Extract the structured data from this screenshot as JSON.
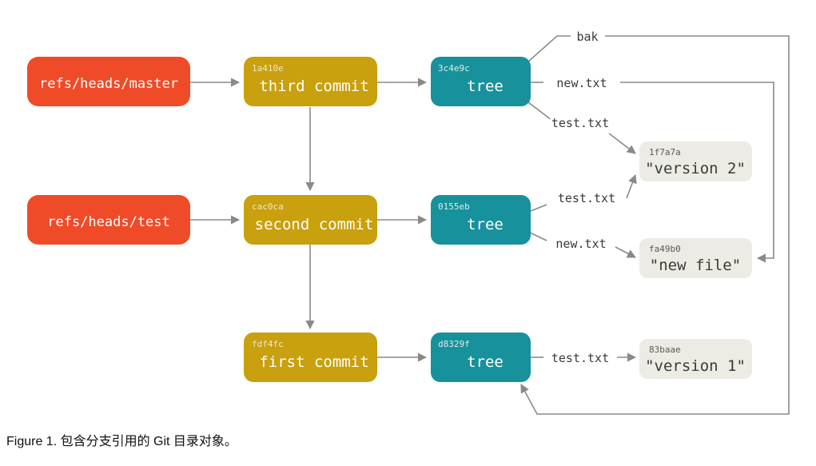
{
  "figure": {
    "caption": "Figure 1. 包含分支引用的 Git 目录对象。"
  },
  "colors": {
    "ref": "#ef4b28",
    "commit": "#c9a00d",
    "tree": "#17919b",
    "blob_bg": "#ecece4",
    "blob_text": "#3a3a3a",
    "edge": "#8a8a84",
    "node_text_light": "#ffffff",
    "hash_text_light": "#f0e6c8"
  },
  "nodes": {
    "refs": [
      {
        "id": "ref-master",
        "label": "refs/heads/master"
      },
      {
        "id": "ref-test",
        "label": "refs/heads/test"
      }
    ],
    "commits": [
      {
        "id": "commit-third",
        "hash": "1a410e",
        "label": "third commit"
      },
      {
        "id": "commit-second",
        "hash": "cac0ca",
        "label": "second commit"
      },
      {
        "id": "commit-first",
        "hash": "fdf4fc",
        "label": "first commit"
      }
    ],
    "trees": [
      {
        "id": "tree-3c4e9c",
        "hash": "3c4e9c",
        "label": "tree"
      },
      {
        "id": "tree-0155eb",
        "hash": "0155eb",
        "label": "tree"
      },
      {
        "id": "tree-d8329f",
        "hash": "d8329f",
        "label": "tree"
      }
    ],
    "blobs": [
      {
        "id": "blob-1f7a7a",
        "hash": "1f7a7a",
        "label": "\"version 2\""
      },
      {
        "id": "blob-fa49b0",
        "hash": "fa49b0",
        "label": "\"new file\""
      },
      {
        "id": "blob-83baae",
        "hash": "83baae",
        "label": "\"version 1\""
      }
    ]
  },
  "edge_labels": {
    "bak": "bak",
    "new_txt_top": "new.txt",
    "test_txt_top": "test.txt",
    "test_txt_mid": "test.txt",
    "new_txt_mid": "new.txt",
    "test_txt_bottom": "test.txt"
  }
}
